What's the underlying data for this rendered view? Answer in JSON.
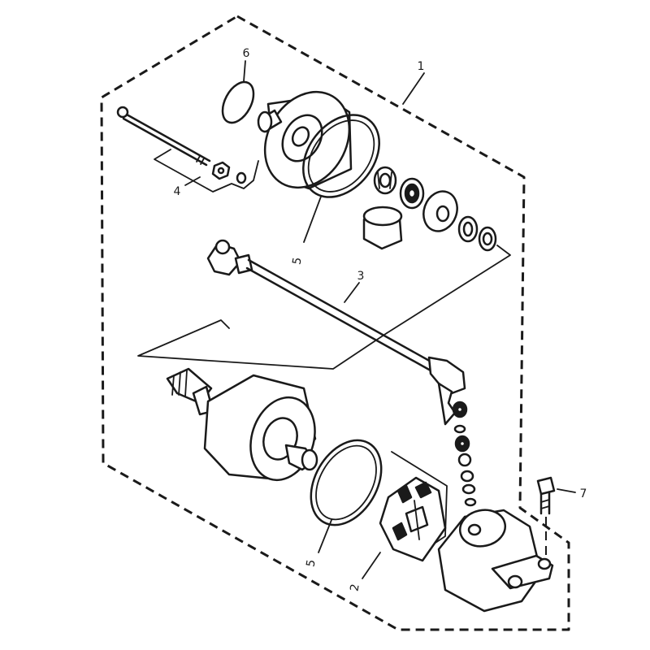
{
  "callouts": [
    {
      "key": "c1",
      "text": "1"
    },
    {
      "key": "c2",
      "text": "2"
    },
    {
      "key": "c3",
      "text": "3"
    },
    {
      "key": "c4",
      "text": "4"
    },
    {
      "key": "c5a",
      "text": "5"
    },
    {
      "key": "c5b",
      "text": "5"
    },
    {
      "key": "c6",
      "text": "6"
    },
    {
      "key": "c7",
      "text": "7"
    }
  ],
  "colors": {
    "ink": "#1a1a1a",
    "paper": "#ffffff"
  }
}
